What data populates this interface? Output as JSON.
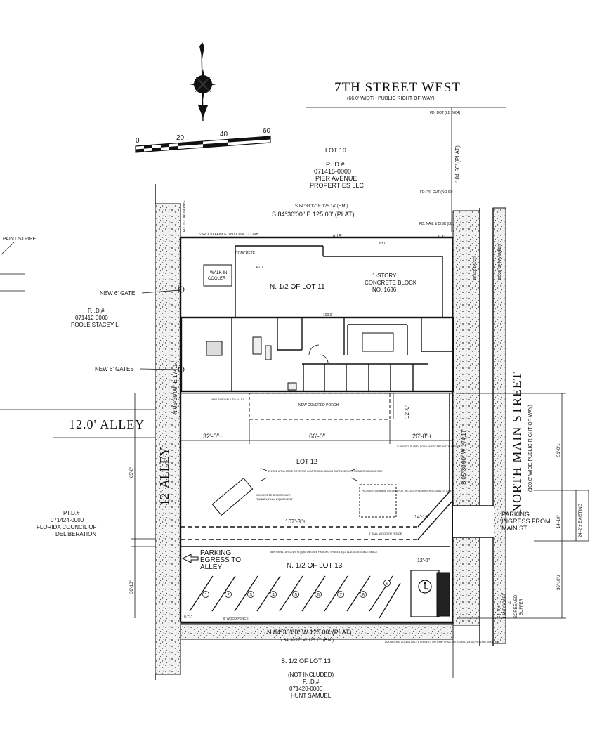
{
  "streets": {
    "seventh_name": "7TH STREET WEST",
    "seventh_row": "(66.0' WIDTH PUBLIC RIGHT-OF-WAY)",
    "alley_name": "12.0' ALLEY",
    "alley_vertical": "12' ALLEY",
    "main_name": "NORTH MAIN STREET",
    "main_row": "(100.0' WIDE PUBLIC RIGHT-OF-WAY)"
  },
  "scale_bar": {
    "ticks": [
      "0",
      "20",
      "40",
      "60"
    ]
  },
  "lots": {
    "lot10_title": "LOT 10",
    "lot10_pid_label": "P.I.D.#",
    "lot10_pid": "071415-0000",
    "lot10_owner1": "PIER AVENUE",
    "lot10_owner2": "PROPERTIES LLC",
    "lot11": "N. 1/2 OF LOT 11",
    "lot12": "LOT 12",
    "lot13_north": "N. 1/2 OF LOT 13",
    "lot13_south": "S. 1/2 OF LOT 13",
    "lot13_not_included": "(NOT INCLUDED)",
    "lot13_pid_label": "P.I.D.#",
    "lot13_pid": "071420-0000",
    "lot13_owner": "HUNT SAMUEL"
  },
  "neighbors": {
    "poole_pid_label": "P.I.D.#",
    "poole_pid": "071412 0000",
    "poole_owner": "POOLE STACEY L",
    "florida_pid_label": "P.I.D.#",
    "florida_pid": "071424-0000",
    "florida_owner1": "FLORIDA COUNCIL OF",
    "florida_owner2": "DELIBERATION"
  },
  "bearings": {
    "north_fm": "S 84°33'12\" E   125.14' (F.M.)",
    "north_plat": "S 84°30'00\" E   125.00' (PLAT)",
    "south_plat": "N 84°30'00\" W   125.00' (PLAT)",
    "south_fm": "N 84°30'27\" W   125.17' (F.M.)",
    "west": "N 05°30'00\" E  174.17'",
    "east": "S 05°30'00\" W  174.17'",
    "top_right": "104.50' (PLAT)"
  },
  "building": {
    "story": "1-STORY",
    "material": "CONCRETE BLOCK",
    "number": "NO. 1636",
    "walk_in1": "WALK IN",
    "walk_in2": "COOLER",
    "porch": "NEW COVERED PORCH",
    "concrete_bridge1": "CONCRETE BRIDGE WITH",
    "concrete_bridge2": "TUNNEL PLAY EQUIPMENT"
  },
  "dimensions": {
    "d32": "32'-0\"±",
    "d66": "66'-0\"",
    "d26": "26'-8\"±",
    "d12": "12'-0\"",
    "d107": "107'-3\"±",
    "d14": "14'-10\"",
    "d12b": "12'-0\"",
    "d100": "100.0'",
    "d40": "40.0'",
    "d83": "83.0'",
    "d65": "65'-8\"",
    "d36": "36'-10\"",
    "d51": "51'-0\"±",
    "d14b": "14'-10\"",
    "d24": "24'-2\"± EXISTING",
    "d36b": "36'-10\"±"
  },
  "callouts": {
    "paint_stripe": "PAINT STRIPE",
    "new_gate": "NEW 6' GATE",
    "new_gates": "NEW 6' GATES",
    "parking_egress1": "PARKING",
    "parking_egress2": "EGRESS TO",
    "parking_egress3": "ALLEY",
    "parking_ingress1": "PARKING",
    "parking_ingress2": "INGRESS FROM",
    "parking_ingress3": "MAIN ST.",
    "landscape1": "14'-0\"±",
    "landscape2": "LANDSCAPE",
    "landscape3": "&",
    "landscape4": "SCREENED",
    "landscape5": "BUFFER",
    "wood_fence": "6' WOOD FENCE",
    "tall_fence": "6' TALL WOODEN FENCE",
    "buildout": "8' BUILDOUT AREA FOR LANDSCAPE INSTALLATION",
    "play_area": "ENTIRE AREA TO BE COVERED IN ARTIFICIAL GRASS SURFACE OVER RUBBER SUBSURFACE",
    "splash": "PROVIDE HOSE BIB IN THIS AREA FOR THE DOG SPLASH RECREATIONAL FIXTURE",
    "new_paved": "NEW PAVED AREA WITH (8) 60 DEGREE PARKING SPACES & (1) ADA ACCESSIBLE SPACE",
    "ada_note": "ADA PARKING, ACCESS AISLE & ROUTE TO THE RAMP SHALL NOT EXCEED 2% SLOPE IN ANY DIRECTION",
    "ada_sign": "ADA SIGN",
    "new_sidewalk": "NEW SIDEWALK TO ALLEY",
    "fd_dot": "FD. DOT (LB 2604)",
    "fd_x": "FD. \"X\" CUT (NO ID)",
    "fd_nail": "FD. NAIL & DISK (LB 2604)",
    "fd_iron": "FD. 1/2\" IRON PIPE",
    "wood_fence_conc": "6' WOOD FENCE  0.80' CONC. CURB",
    "dist_015": "0.15'",
    "dist_01": "0.1'",
    "dist_071": "0.71'",
    "brick_paver": "BRICK PAVER",
    "edge_pavement": "EDGE OF PAVEMENT",
    "concrete": "CONCRETE"
  },
  "parking_spaces": [
    "1",
    "2",
    "3",
    "4",
    "5",
    "6",
    "7",
    "8",
    "9"
  ]
}
